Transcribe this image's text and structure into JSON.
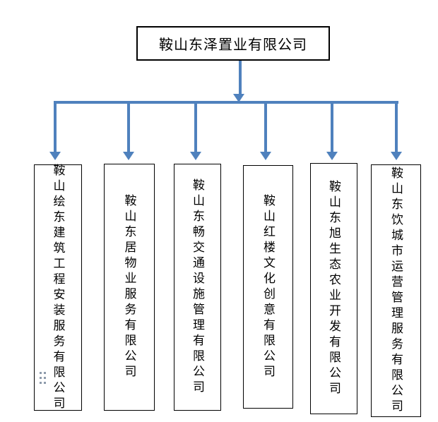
{
  "chart_title": "",
  "org_chart": {
    "root": {
      "name": "鞍山东泽置业有限公司"
    },
    "children": [
      {
        "name": "鞍山绘东建筑工程安装服务有限公司"
      },
      {
        "name": "鞍山东居物业服务有限公司"
      },
      {
        "name": "鞍山东畅交通设施管理有限公司"
      },
      {
        "name": "鞍山红楼文化创意有限公司"
      },
      {
        "name": "鞍山东旭生态农业开发有限公司"
      },
      {
        "name": "鞍山东饮城市运营管理服务有限公司"
      }
    ]
  },
  "colors": {
    "connector_blue": "#4f81bd",
    "box_border": "#000000",
    "background": "#ffffff",
    "handle_dots": "#8e9bab"
  },
  "icons": {
    "handle": "dots-grid-icon"
  }
}
